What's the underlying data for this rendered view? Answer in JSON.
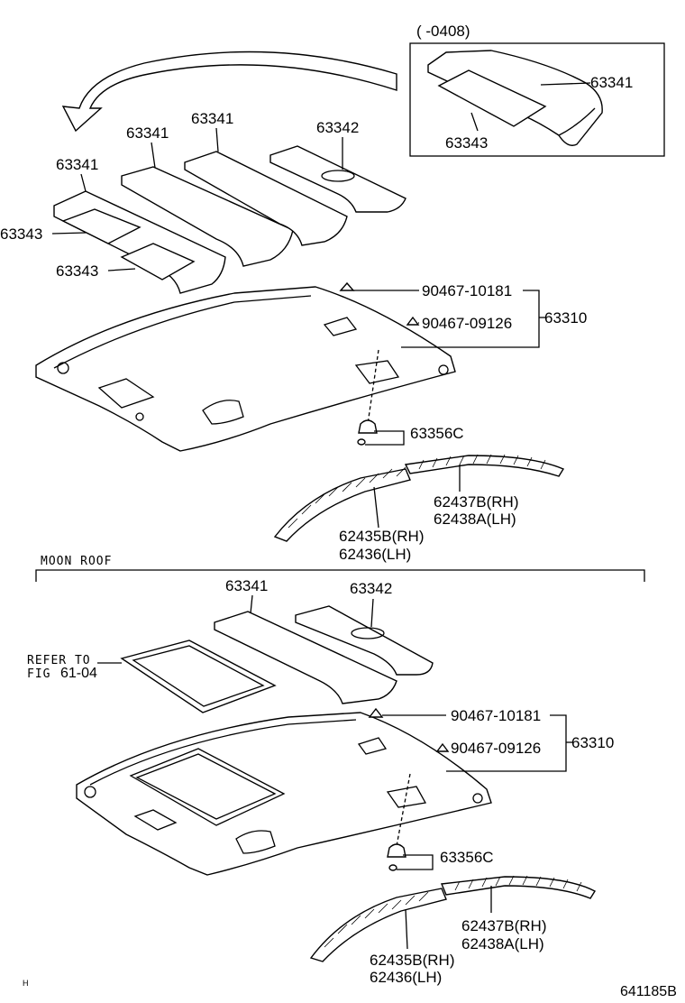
{
  "top_section": {
    "inset_range": "(      -0408)",
    "inset_labels": [
      "63341",
      "63343"
    ],
    "pad_labels": [
      "63341",
      "63341",
      "63341",
      "63342",
      "63343",
      "63343"
    ],
    "fasteners": [
      "90467-10181",
      "90467-09126"
    ],
    "assembly": "63310",
    "lamp": "63356C",
    "strip_rh_1": "62437B(RH)",
    "strip_lh_1": "62438A(LH)",
    "strip_rh_2": "62435B(RH)",
    "strip_lh_2": "62436(LH)"
  },
  "moon_roof_section": {
    "title": "MOON ROOF",
    "refer_line1": "REFER TO",
    "refer_line2_a": "FIG",
    "refer_line2_b": "61-04",
    "pad_labels": [
      "63341",
      "63342"
    ],
    "fasteners": [
      "90467-10181",
      "90467-09126"
    ],
    "assembly": "63310",
    "lamp": "63356C",
    "strip_rh_1": "62437B(RH)",
    "strip_lh_1": "62438A(LH)",
    "strip_rh_2": "62435B(RH)",
    "strip_lh_2": "62436(LH)"
  },
  "footer": {
    "corner_mark": "H",
    "diagram_code": "641185B"
  }
}
